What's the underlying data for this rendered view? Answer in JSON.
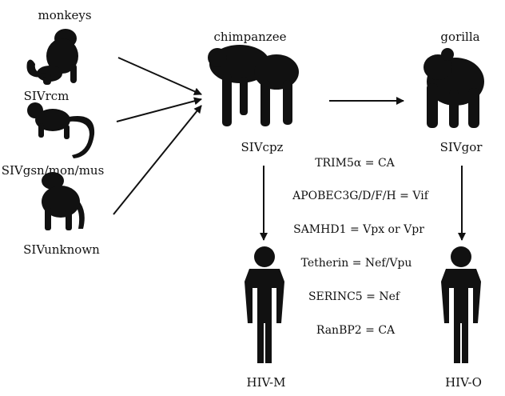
{
  "labels": {
    "monkeys": "monkeys",
    "chimpanzee": "chimpanzee",
    "gorilla": "gorilla",
    "siv_rcm": "SIVrcm",
    "siv_gsn": "SIVgsn/mon/mus",
    "siv_unknown": "SIVunknown",
    "siv_cpz": "SIVcpz",
    "siv_gor": "SIVgor",
    "hiv_m": "HIV-M",
    "hiv_o": "HIV-O"
  },
  "factors": [
    {
      "restriction": "TRIM5α",
      "antagonist": "CA"
    },
    {
      "restriction": "APOBEC3G/D/F/H",
      "antagonist": "Vif"
    },
    {
      "restriction": "SAMHD1",
      "antagonist": "Vpx or Vpr"
    },
    {
      "restriction": "Tetherin",
      "antagonist": "Nef/Vpu"
    },
    {
      "restriction": "SERINC5",
      "antagonist": "Nef"
    },
    {
      "restriction": "RanBP2",
      "antagonist": "CA"
    }
  ],
  "icons": {
    "monkey_sitting": "monkey-sitting-icon",
    "monkey_tail": "monkey-long-tail-icon",
    "monkey_walking": "monkey-sitting-back-icon",
    "chimpanzee": "chimpanzee-icon",
    "gorilla": "gorilla-icon",
    "human": "human-icon"
  },
  "colors": {
    "silhouette": "#111111",
    "arrow": "#111111",
    "background": "#ffffff"
  }
}
